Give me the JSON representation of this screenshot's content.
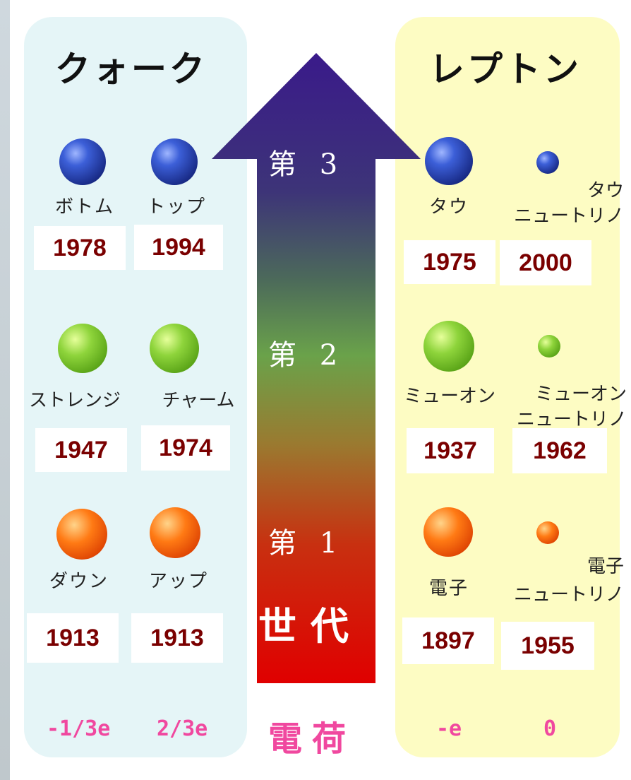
{
  "quark": {
    "title": "クォーク",
    "gen3": [
      {
        "name": "ボトム",
        "year": "1978",
        "color": "blue"
      },
      {
        "name": "トップ",
        "year": "1994",
        "color": "blue"
      }
    ],
    "gen2": [
      {
        "name": "ストレンジ",
        "year": "1947",
        "color": "green"
      },
      {
        "name": "チャーム",
        "year": "1974",
        "color": "green"
      }
    ],
    "gen1": [
      {
        "name": "ダウン",
        "year": "1913",
        "color": "orange"
      },
      {
        "name": "アップ",
        "year": "1913",
        "color": "orange"
      }
    ],
    "charges": [
      "-1/3e",
      "2/3e"
    ]
  },
  "lepton": {
    "title": "レプトン",
    "gen3": [
      {
        "name": "タウ",
        "year": "1975",
        "color": "blue"
      },
      {
        "name": "タウ\nニュートリノ",
        "year": "2000",
        "color": "blue"
      }
    ],
    "gen2": [
      {
        "name": "ミューオン",
        "year": "1937",
        "color": "green"
      },
      {
        "name": "ミューオン\nニュートリノ",
        "year": "1962",
        "color": "green"
      }
    ],
    "gen1": [
      {
        "name": "電子",
        "year": "1897",
        "color": "orange"
      },
      {
        "name": "電子\nニュートリノ",
        "year": "1955",
        "color": "orange"
      }
    ],
    "charges": [
      "-e",
      "0"
    ]
  },
  "generation": {
    "gen3": "第 3",
    "gen2": "第 2",
    "gen1": "第 1",
    "label": "世代"
  },
  "charge_label": "電荷",
  "colors": {
    "quark_panel": "#e5f5f7",
    "lepton_panel": "#fdfcc3",
    "year_text": "#7a0000",
    "charge_text": "#f0489f",
    "arrow_top": "#3a1a8a",
    "arrow_bottom": "#e00000"
  }
}
